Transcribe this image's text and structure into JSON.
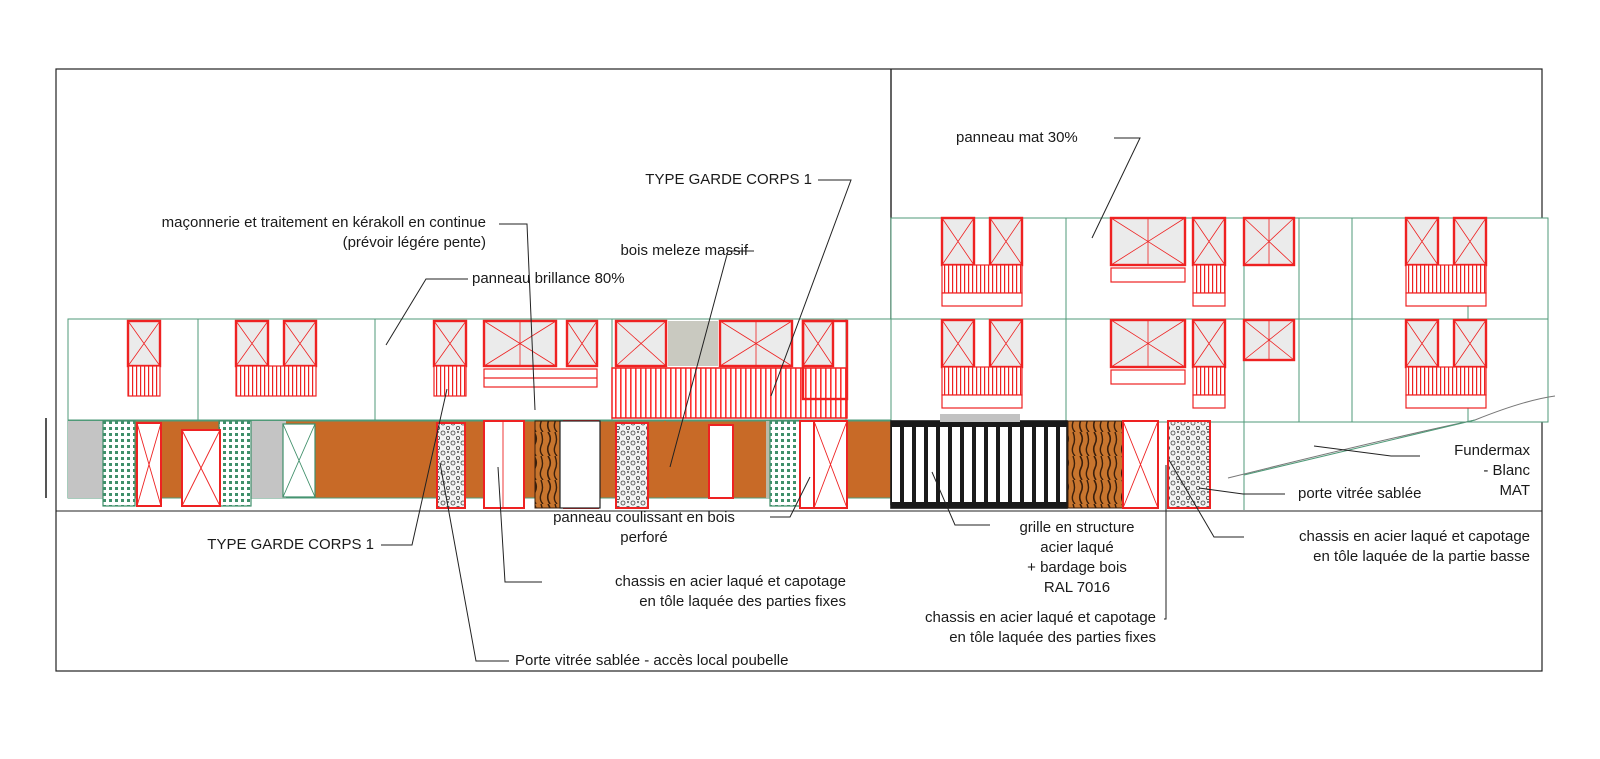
{
  "annotations": {
    "maconnerie": {
      "line1": "maçonnerie et traitement en kérakoll en continue",
      "line2": "(prévoir légére pente)"
    },
    "panneau_brillance": "panneau brillance 80%",
    "bois_meleze": "bois meleze massif",
    "type_garde_corps_top": "TYPE GARDE CORPS 1",
    "panneau_mat": "panneau mat 30%",
    "type_garde_corps_bottom": "TYPE GARDE CORPS 1",
    "panneau_coulissant": {
      "line1": "panneau coulissant en bois",
      "line2": "perforé"
    },
    "chassis_left": {
      "line1": "chassis en acier laqué et capotage",
      "line2": "en tôle laquée des parties fixes"
    },
    "porte_vitree_poubelle": "Porte vitrée sablée - accès local poubelle",
    "grille": {
      "line1": "grille en  structure",
      "line2": "acier laqué",
      "line3": "+ bardage bois",
      "line4": "RAL 7016"
    },
    "chassis_middle": {
      "line1": "chassis en acier laqué et capotage",
      "line2": "en tôle laquée des parties fixes"
    },
    "fundermax": {
      "line1": "Fundermax",
      "line2": "- Blanc",
      "line3": "MAT"
    },
    "porte_vitree_sablee": "porte vitrée sablée",
    "chassis_right": {
      "line1": "chassis en acier laqué et capotage",
      "line2": "en tôle laquée de la partie  basse"
    }
  },
  "colors": {
    "frame": "#222222",
    "panel_line": "#4f9a78",
    "window_red": "#ee2222",
    "window_fill": "#ebebeb",
    "wood": "#c86a27",
    "grey": "#c2c2c2",
    "grille": "#1a1a1a",
    "wood_dark": "#4a2a12",
    "perforated": "#3f8f6a"
  }
}
